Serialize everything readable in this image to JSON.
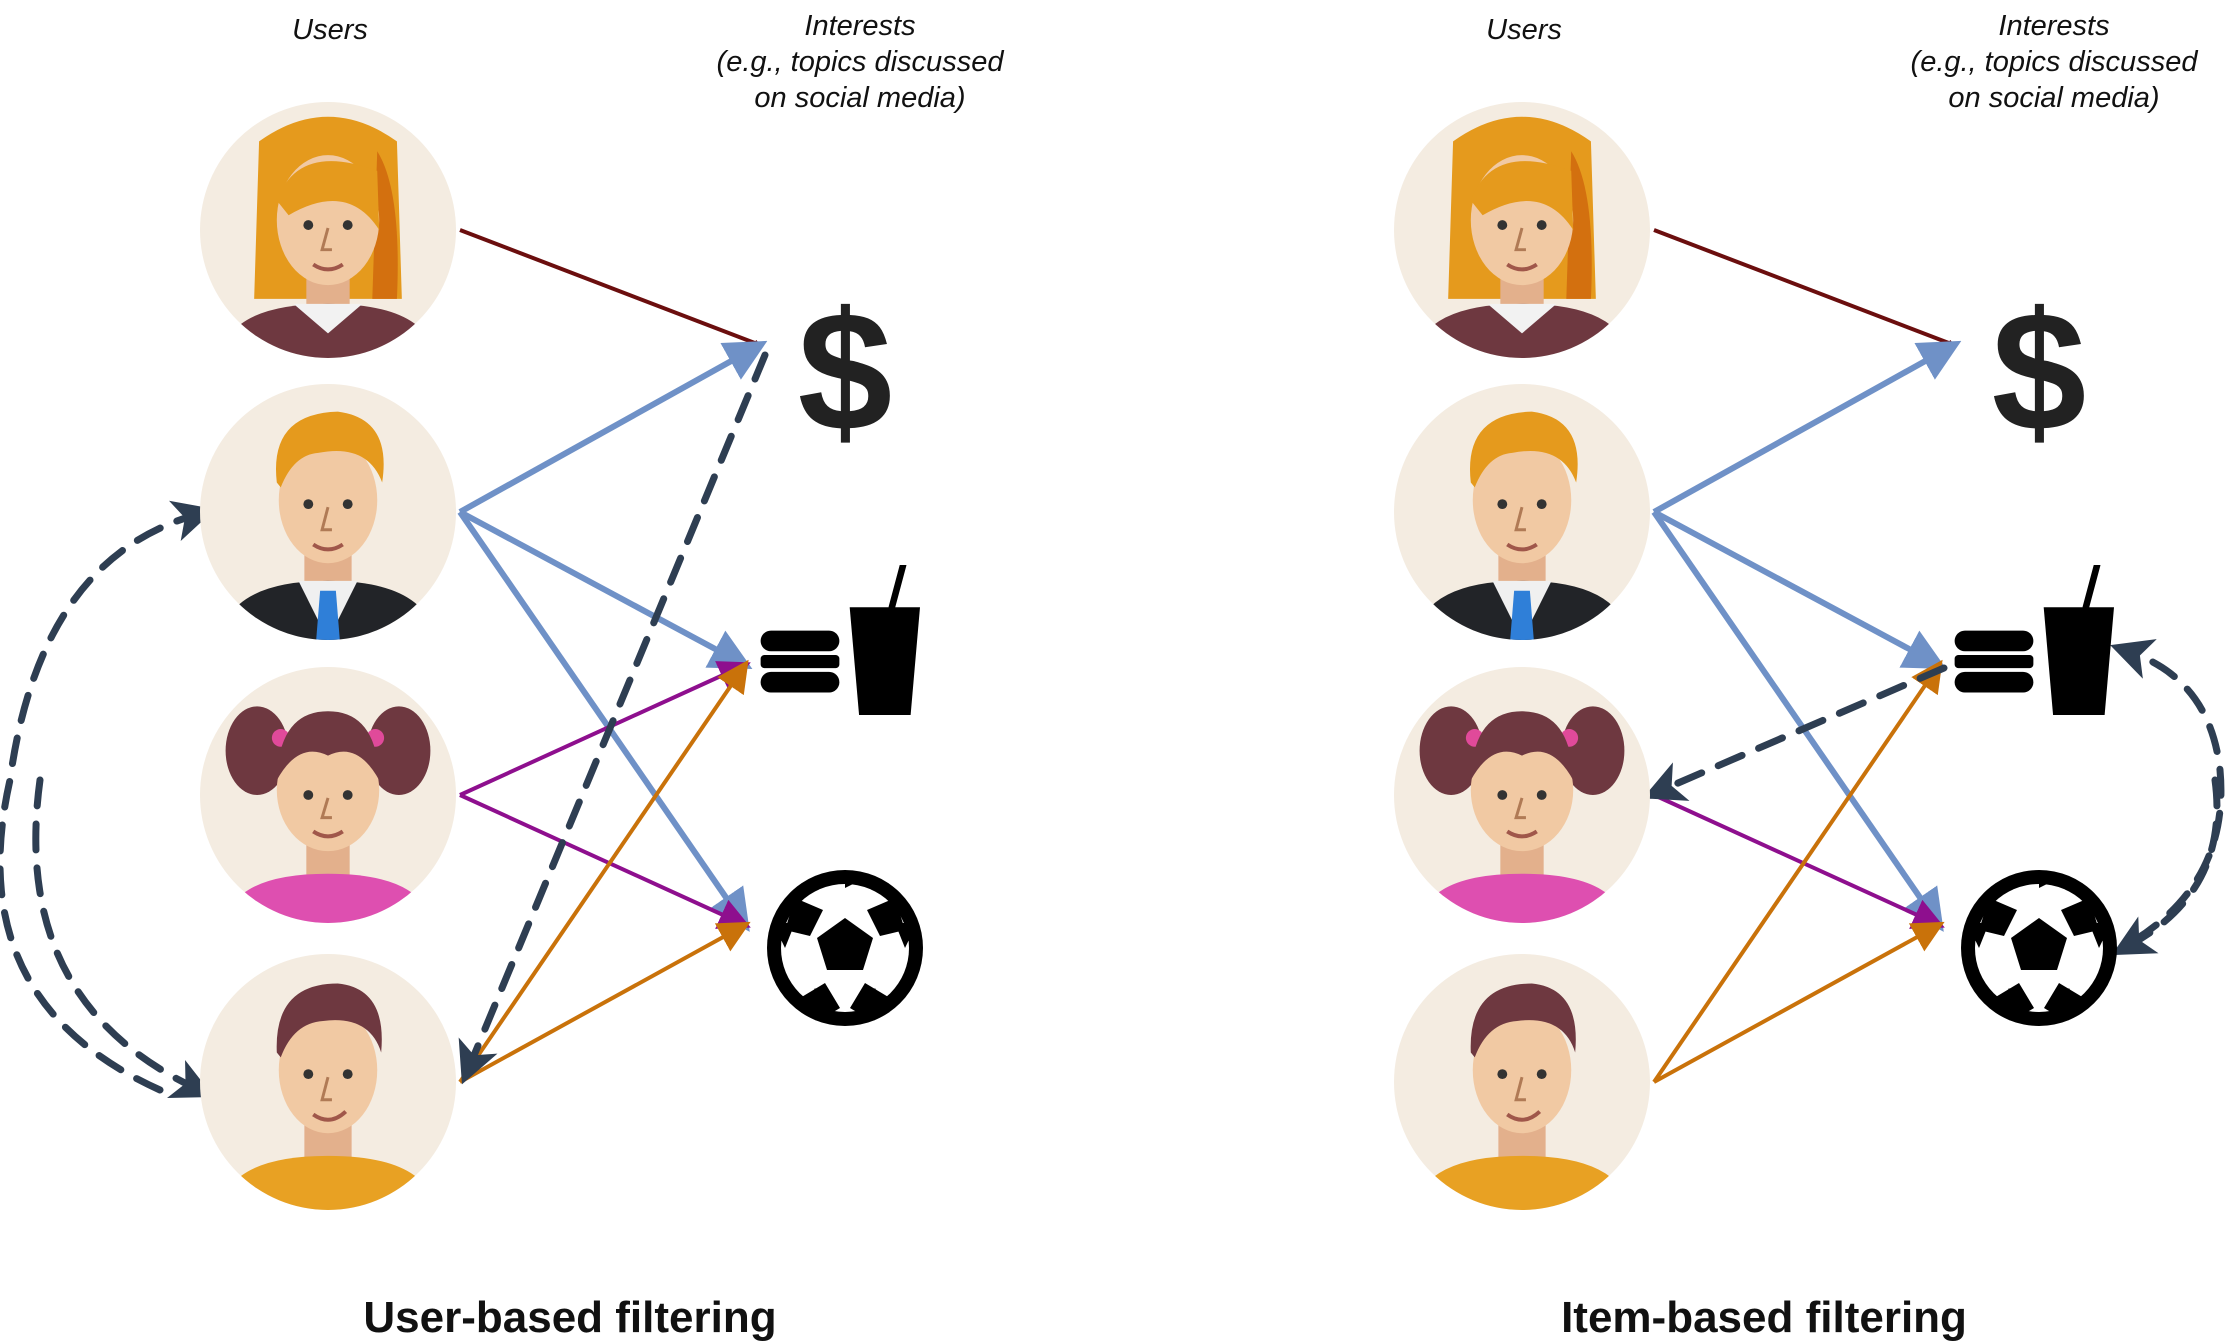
{
  "panels": [
    {
      "headers": {
        "users": "Users",
        "interests": [
          "Interests",
          "(e.g., topics discussed",
          "on social media)"
        ]
      },
      "title": "User-based filtering"
    },
    {
      "headers": {
        "users": "Users",
        "interests": [
          "Interests",
          "(e.g., topics discussed",
          "on social media)"
        ]
      },
      "title": "Item-based filtering"
    }
  ],
  "users": [
    {
      "id": "woman-blonde",
      "icon": "woman-avatar-icon"
    },
    {
      "id": "man-suit",
      "icon": "businessman-avatar-icon"
    },
    {
      "id": "girl-pigtails",
      "icon": "girl-avatar-icon"
    },
    {
      "id": "young-man",
      "icon": "man-avatar-icon"
    }
  ],
  "interests": [
    {
      "id": "money",
      "icon": "dollar-icon",
      "glyph": "$"
    },
    {
      "id": "fastfood",
      "icon": "fast-food-icon"
    },
    {
      "id": "soccer",
      "icon": "soccer-ball-icon"
    }
  ],
  "colors": {
    "woman-blonde": "#6b0e0e",
    "man-suit": "#6f91c7",
    "girl-pigtails": "#8e0f8e",
    "young-man": "#c9720a",
    "recommendation": "#2e3e52"
  },
  "links": [
    {
      "user": "woman-blonde",
      "interest": "money"
    },
    {
      "user": "man-suit",
      "interest": "money"
    },
    {
      "user": "man-suit",
      "interest": "fastfood"
    },
    {
      "user": "man-suit",
      "interest": "soccer"
    },
    {
      "user": "girl-pigtails",
      "interest": "fastfood"
    },
    {
      "user": "girl-pigtails",
      "interest": "soccer"
    },
    {
      "user": "young-man",
      "interest": "fastfood"
    },
    {
      "user": "young-man",
      "interest": "soccer"
    }
  ],
  "item_links": [
    {
      "user": "woman-blonde",
      "interest": "money"
    },
    {
      "user": "man-suit",
      "interest": "money"
    },
    {
      "user": "man-suit",
      "interest": "fastfood"
    },
    {
      "user": "man-suit",
      "interest": "soccer"
    },
    {
      "user": "girl-pigtails",
      "interest": "soccer"
    },
    {
      "user": "young-man",
      "interest": "fastfood"
    },
    {
      "user": "young-man",
      "interest": "soccer"
    }
  ]
}
